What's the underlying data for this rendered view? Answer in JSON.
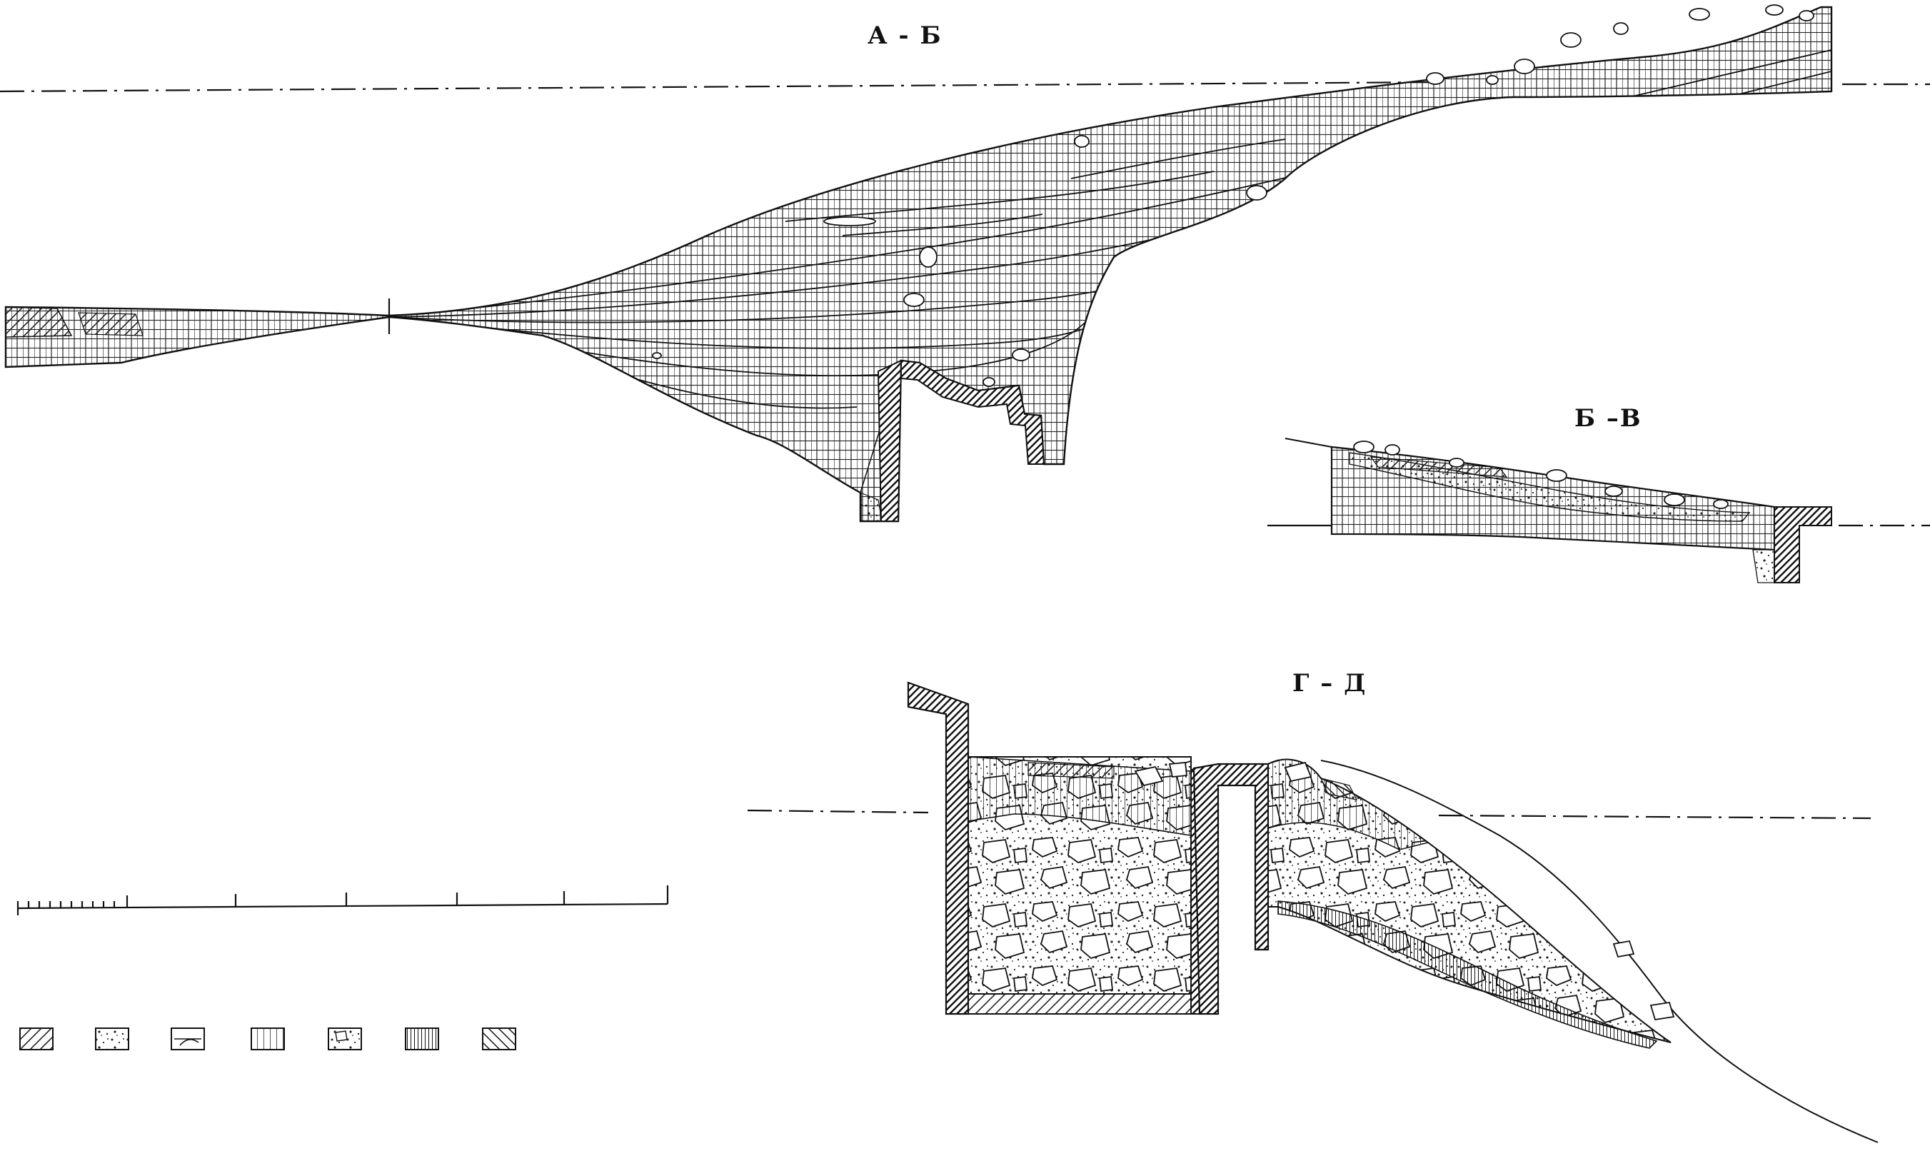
{
  "sections": {
    "ab": {
      "title": "А - Б"
    },
    "bv": {
      "title": "Б –В"
    },
    "gd": {
      "title": "Г – Д"
    }
  },
  "legend": {
    "patterns": [
      "diag-hatch",
      "speckle",
      "lens",
      "vert-hatch",
      "rubble",
      "dense-vert",
      "back-diag"
    ]
  },
  "colors": {
    "ink": "#111111",
    "paper": "#ffffff"
  }
}
